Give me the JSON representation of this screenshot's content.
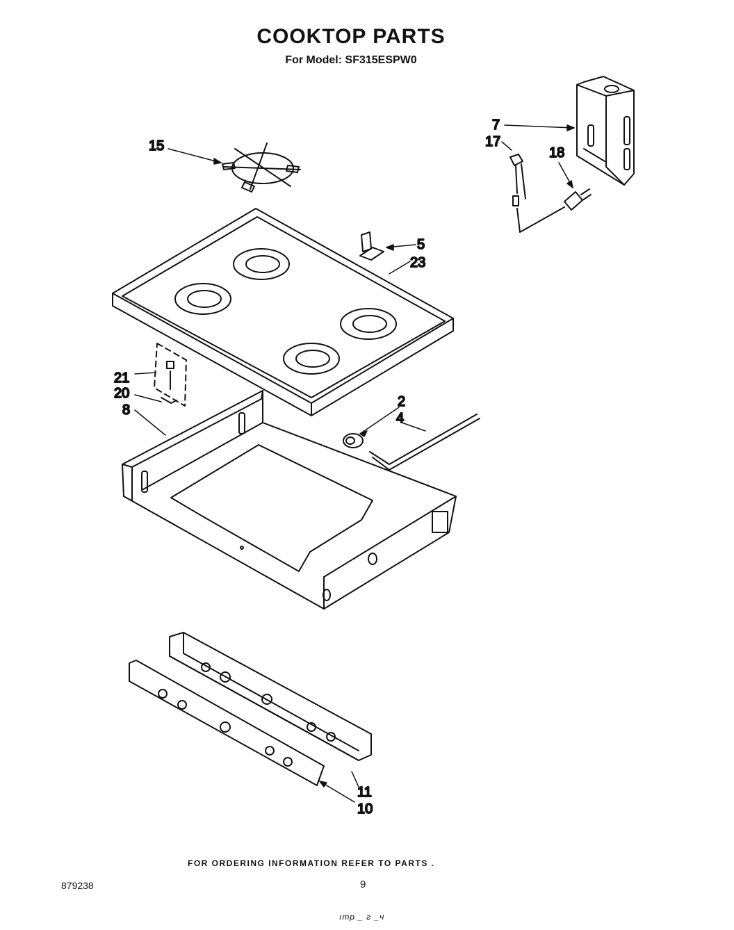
{
  "title": "COOKTOP PARTS",
  "subtitle": "For Model: SF315ESPW0",
  "callouts": [
    {
      "id": "15",
      "label": "15"
    },
    {
      "id": "7",
      "label": "7"
    },
    {
      "id": "17",
      "label": "17"
    },
    {
      "id": "18",
      "label": "18"
    },
    {
      "id": "5",
      "label": "5"
    },
    {
      "id": "23",
      "label": "23"
    },
    {
      "id": "21",
      "label": "21"
    },
    {
      "id": "20",
      "label": "20"
    },
    {
      "id": "8",
      "label": "8"
    },
    {
      "id": "2",
      "label": "2"
    },
    {
      "id": "4",
      "label": "4"
    },
    {
      "id": "11",
      "label": "11"
    },
    {
      "id": "10",
      "label": "10"
    }
  ],
  "footer": {
    "ordering_note": "FOR ORDERING INFORMATION REFER TO PARTS .",
    "doc_number": "879238",
    "page_number": "9",
    "stamp": "ıтр _ г _ч"
  }
}
